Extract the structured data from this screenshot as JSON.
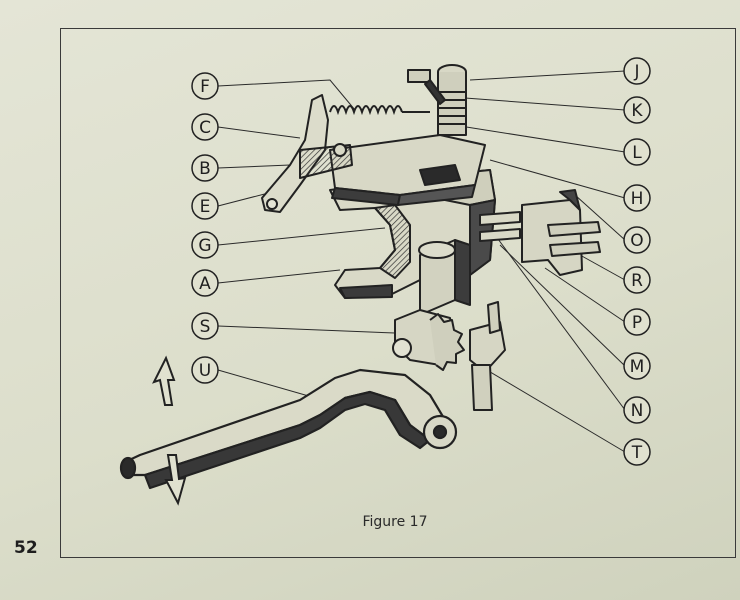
{
  "page_number": "52",
  "caption": "Figure 17",
  "callouts": {
    "F": "F",
    "C": "C",
    "B": "B",
    "E": "E",
    "G": "G",
    "A": "A",
    "S": "S",
    "U": "U",
    "J": "J",
    "K": "K",
    "L": "L",
    "H": "H",
    "O": "O",
    "R": "R",
    "P": "P",
    "M": "M",
    "N": "N",
    "T": "T"
  },
  "colors": {
    "ink": "#222222",
    "paper": "#e0e1cf",
    "shade": "#4a4a4a"
  }
}
